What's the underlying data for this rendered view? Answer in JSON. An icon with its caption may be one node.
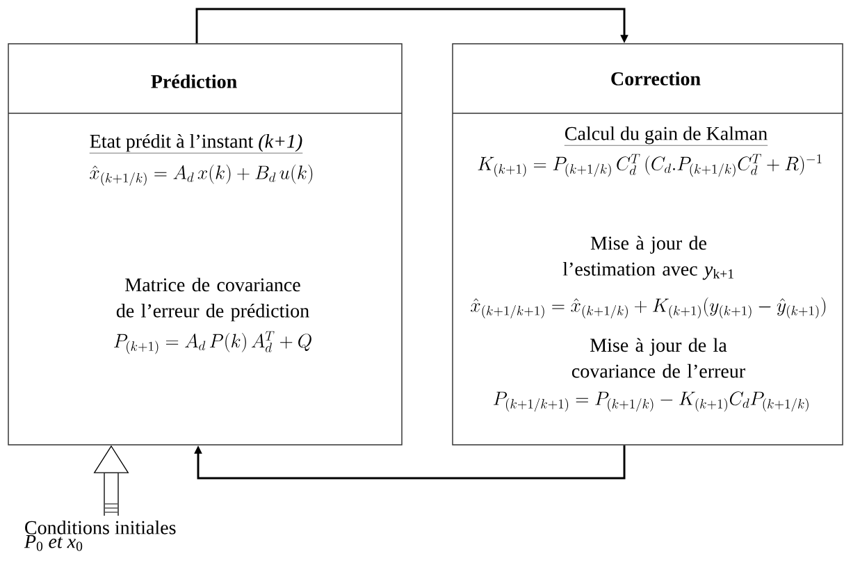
{
  "diagram": {
    "nodes": [
      {
        "text": [
          "Prédiction",
          "Etat prédit à l’instant *(k+1)*",
          "\\hat{x}_{(k+1/k)} = A_d\\, x(k) + B_d\\, u(k)",
          "Matrice de covariance de l’erreur de prédiction",
          "P_{(k+1)} = A_d\\, P(k)\\, A_d^T + Q"
        ]
      },
      {
        "text": [
          "Correction",
          "Calcul du gain de Kalman",
          "K_{(k+1)} = P_{(k+1/k)}\\, C_d^T\\, (C_d . P_{(k+1/k)} C_d^T + R)^{-1}",
          "Mise à jour de l’estimation avec *y*$_{k+1}$",
          "\\hat{x}_{(k+1/k+1)} = \\hat{x}_{(k+1/k)} + K_{(k+1)} (y_{(k+1)} - \\hat{y}_{(k+1)})",
          "Mise à jour de la covariance de l’erreur",
          "P_{(k+1/k+1)} = P_{(k+1/k)} - K_{(k+1)} C_d P_{(k+1/k)}"
        ]
      },
      {
        "text": [
          "Conditions initiales",
          "*P*$_{0}$ *et x*$_{0}$"
        ]
      }
    ],
    "edges": [
      {
        "from": 0,
        "to": 1,
        "arrow": "to"
      },
      {
        "from": 1,
        "to": 0,
        "arrow": "to"
      },
      {
        "from": 2,
        "to": 0,
        "arrow": "to"
      }
    ]
  }
}
